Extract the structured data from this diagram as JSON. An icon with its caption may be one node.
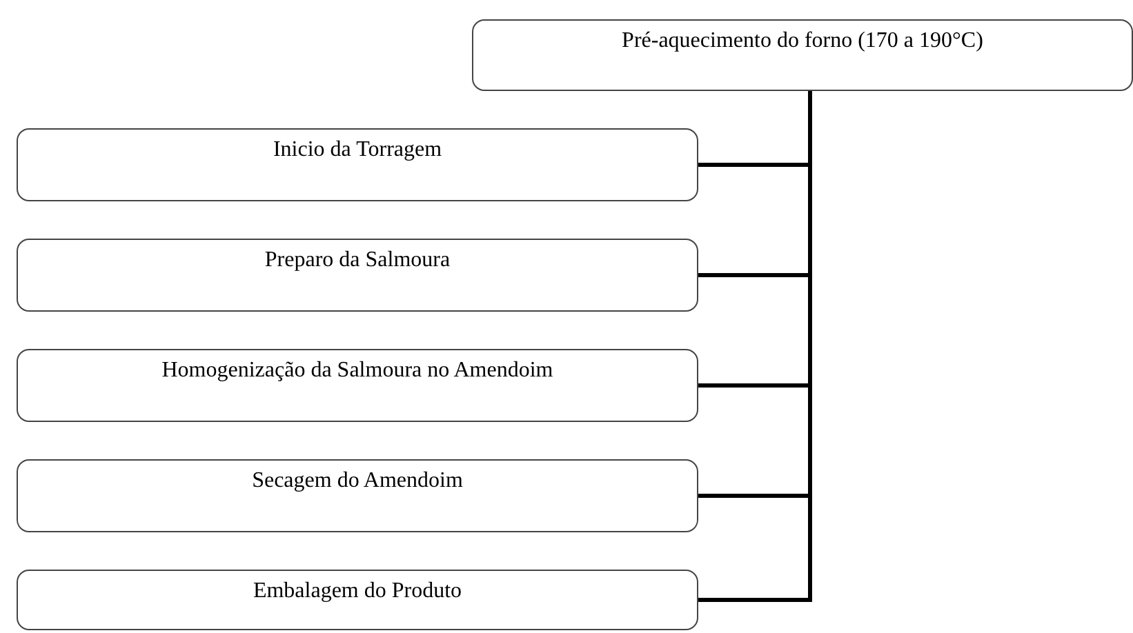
{
  "diagram": {
    "nodes": [
      {
        "text": [
          "Pré-aquecimento do forno (170 a 190°C)"
        ]
      },
      {
        "text": [
          "Inicio da Torragem"
        ]
      },
      {
        "text": [
          "Preparo da Salmoura"
        ]
      },
      {
        "text": [
          "Homogenização da Salmoura no Amendoim"
        ]
      },
      {
        "text": [
          "Secagem do Amendoim"
        ]
      },
      {
        "text": [
          "Embalagem do Produto"
        ]
      }
    ],
    "edges": [
      {
        "from": 0,
        "to": 1,
        "arrow": "none"
      },
      {
        "from": 0,
        "to": 2,
        "arrow": "none"
      },
      {
        "from": 0,
        "to": 3,
        "arrow": "none"
      },
      {
        "from": 0,
        "to": 4,
        "arrow": "none"
      },
      {
        "from": 0,
        "to": 5,
        "arrow": "none"
      }
    ]
  }
}
